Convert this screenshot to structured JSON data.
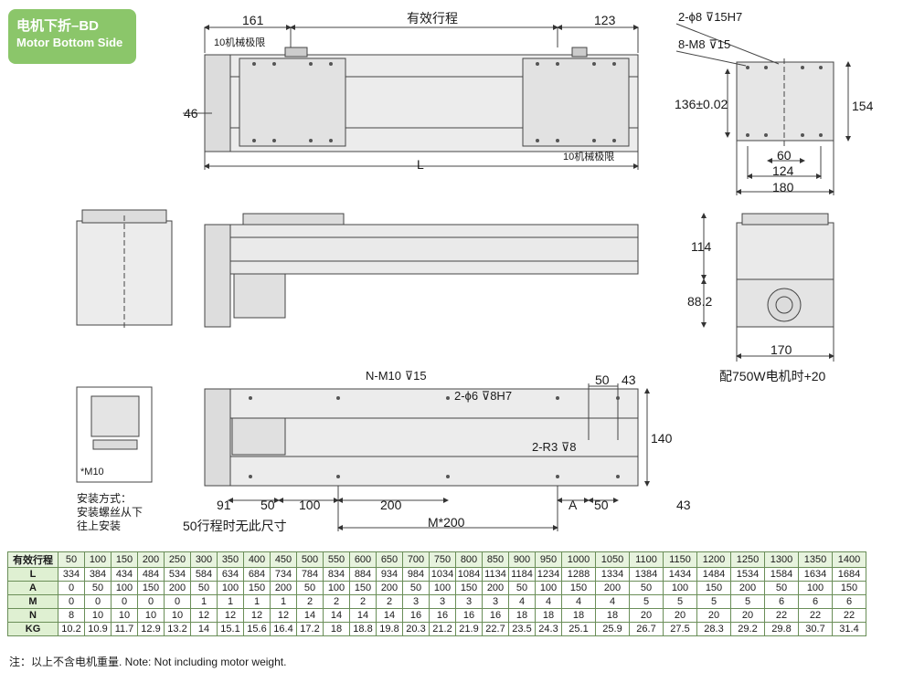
{
  "badge": {
    "line1": "电机下折–BD",
    "line2": "Motor Bottom Side"
  },
  "labels": {
    "top_161": "161",
    "top_stroke": "有效行程",
    "top_123": "123",
    "top_limit_left": "10机械极限",
    "top_limit_right": "10机械极限",
    "top_46": "46",
    "top_L": "L",
    "end_hole1": "2-ϕ8 ⊽15H7",
    "end_hole2": "8-M8 ⊽15",
    "end_136": "136±0.02",
    "end_154": "154",
    "end_60": "60",
    "end_124": "124",
    "end_180": "180",
    "side_114": "114",
    "side_88": "88.2",
    "side_170": "170",
    "side_note": "配750W电机时+20",
    "bot_nm10": "N-M10 ⊽15",
    "bot_dowel": "2-ϕ6 ⊽8H7",
    "bot_r3": "2-R3 ⊽8",
    "bot_50": "50",
    "bot_43": "43",
    "bot_140": "140",
    "bot_91": "91",
    "bot_50b": "50",
    "bot_100": "100",
    "bot_200": "200",
    "bot_A": "A",
    "bot_50c": "50",
    "bot_43b": "43",
    "bot_M": "M*200",
    "bot_note50": "50行程时无此尺寸",
    "detail_m10": "*M10"
  },
  "install": {
    "line1": "安装方式：",
    "line2": "安装螺丝从下",
    "line3": "往上安装"
  },
  "table": {
    "header_label": "有效行程",
    "strokes": [
      "50",
      "100",
      "150",
      "200",
      "250",
      "300",
      "350",
      "400",
      "450",
      "500",
      "550",
      "600",
      "650",
      "700",
      "750",
      "800",
      "850",
      "900",
      "950",
      "1000",
      "1050",
      "1100",
      "1150",
      "1200",
      "1250",
      "1300",
      "1350",
      "1400"
    ],
    "rows": [
      {
        "label": "L",
        "values": [
          "334",
          "384",
          "434",
          "484",
          "534",
          "584",
          "634",
          "684",
          "734",
          "784",
          "834",
          "884",
          "934",
          "984",
          "1034",
          "1084",
          "1134",
          "1184",
          "1234",
          "1288",
          "1334",
          "1384",
          "1434",
          "1484",
          "1534",
          "1584",
          "1634",
          "1684"
        ]
      },
      {
        "label": "A",
        "values": [
          "0",
          "50",
          "100",
          "150",
          "200",
          "50",
          "100",
          "150",
          "200",
          "50",
          "100",
          "150",
          "200",
          "50",
          "100",
          "150",
          "200",
          "50",
          "100",
          "150",
          "200",
          "50",
          "100",
          "150",
          "200",
          "50",
          "100",
          "150"
        ]
      },
      {
        "label": "M",
        "values": [
          "0",
          "0",
          "0",
          "0",
          "0",
          "1",
          "1",
          "1",
          "1",
          "2",
          "2",
          "2",
          "2",
          "3",
          "3",
          "3",
          "3",
          "4",
          "4",
          "4",
          "4",
          "5",
          "5",
          "5",
          "5",
          "6",
          "6",
          "6"
        ]
      },
      {
        "label": "N",
        "values": [
          "8",
          "10",
          "10",
          "10",
          "10",
          "12",
          "12",
          "12",
          "12",
          "14",
          "14",
          "14",
          "14",
          "16",
          "16",
          "16",
          "16",
          "18",
          "18",
          "18",
          "18",
          "20",
          "20",
          "20",
          "20",
          "22",
          "22",
          "22"
        ]
      },
      {
        "label": "KG",
        "values": [
          "10.2",
          "10.9",
          "11.7",
          "12.9",
          "13.2",
          "14",
          "15.1",
          "15.6",
          "16.4",
          "17.2",
          "18",
          "18.8",
          "19.8",
          "20.3",
          "21.2",
          "21.9",
          "22.7",
          "23.5",
          "24.3",
          "25.1",
          "25.9",
          "26.7",
          "27.5",
          "28.3",
          "29.2",
          "29.8",
          "30.7",
          "31.4"
        ]
      }
    ]
  },
  "note": "注：以上不含电机重量. Note: Not including motor weight.",
  "colors": {
    "badge": "#8bc66a",
    "table_border": "#6a8e58",
    "table_header": "#dff0d2",
    "body_fill": "#e9e9e9",
    "line": "#444444"
  }
}
